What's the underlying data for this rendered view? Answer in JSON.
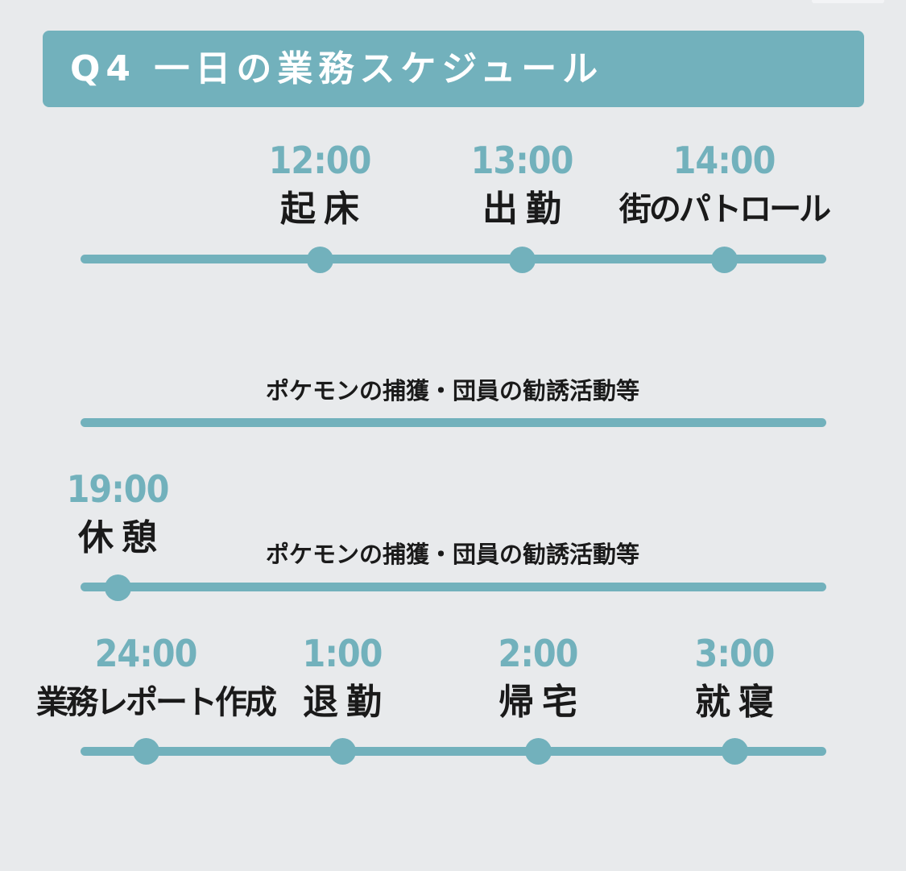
{
  "header": {
    "title": "Q4 一日の業務スケジュール"
  },
  "rows": [
    {
      "id": "row1",
      "events": [
        {
          "time": "12:00",
          "label": "起床"
        },
        {
          "time": "13:00",
          "label": "出勤"
        },
        {
          "time": "14:00",
          "label": "街のパトロール"
        }
      ]
    },
    {
      "id": "row2",
      "activity": "ポケモンの捕獲・団員の勧誘活動等"
    },
    {
      "id": "row3",
      "activity": "ポケモンの捕獲・団員の勧誘活動等",
      "events": [
        {
          "time": "19:00",
          "label": "休憩"
        }
      ]
    },
    {
      "id": "row4",
      "events": [
        {
          "time": "24:00",
          "label": "業務レポート作成"
        },
        {
          "time": "1:00",
          "label": "退勤"
        },
        {
          "time": "2:00",
          "label": "帰宅"
        },
        {
          "time": "3:00",
          "label": "就寝"
        }
      ]
    }
  ],
  "colors": {
    "accent": "#72b1bc",
    "background": "#e8eaec",
    "text": "#1a1a1a",
    "header_text": "#ffffff"
  }
}
